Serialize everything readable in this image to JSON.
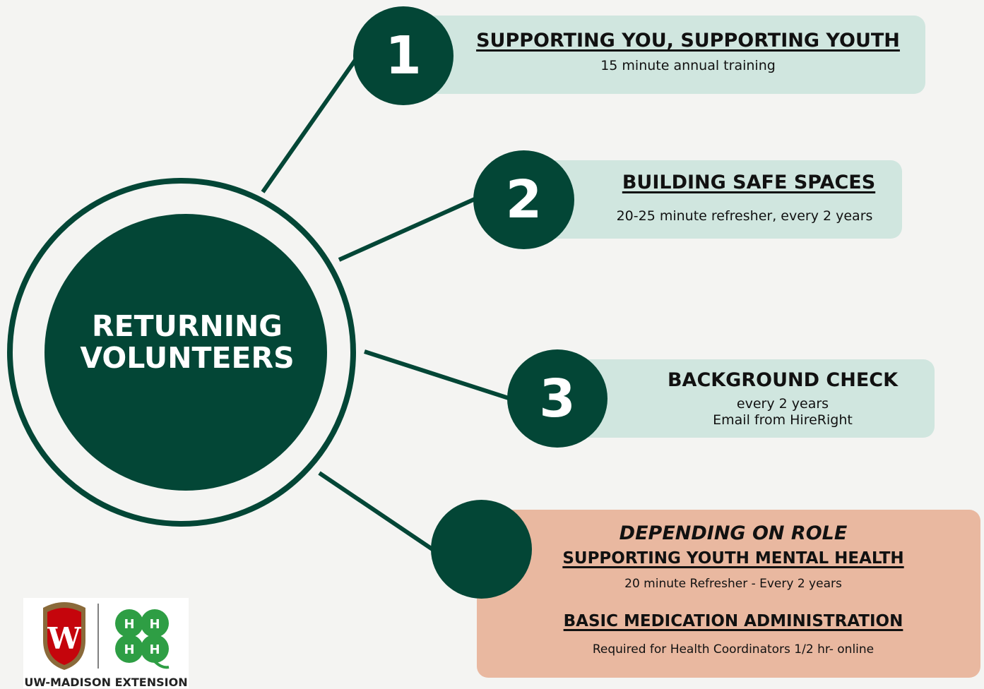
{
  "center": {
    "line1": "RETURNING",
    "line2": "VOLUNTEERS"
  },
  "steps": [
    {
      "number": "1",
      "title": "SUPPORTING YOU, SUPPORTING YOUTH",
      "detail": "15 minute annual training"
    },
    {
      "number": "2",
      "title": "BUILDING SAFE SPACES",
      "detail": "20-25 minute refresher, every 2 years"
    },
    {
      "number": "3",
      "title": "BACKGROUND CHECK",
      "detail_line1": "every 2 years",
      "detail_line2": "Email from HireRight"
    }
  ],
  "role": {
    "heading": "DEPENDING ON ROLE",
    "item1_title": "SUPPORTING YOUTH MENTAL HEALTH",
    "item1_detail": "20 minute Refresher - Every 2 years",
    "item2_title": "BASIC MEDICATION ADMINISTRATION",
    "item2_detail": "Required for Health Coordinators 1/2 hr- online"
  },
  "logo": {
    "caption": "UW-MADISON EXTENSION",
    "crest_letter": "W",
    "clover_letter": "H"
  },
  "colors": {
    "dark_green": "#034636",
    "teal_box": "#d0e6df",
    "salmon_box": "#e9b8a0",
    "clover_green": "#2e9e44",
    "crest_red": "#c5050c"
  }
}
